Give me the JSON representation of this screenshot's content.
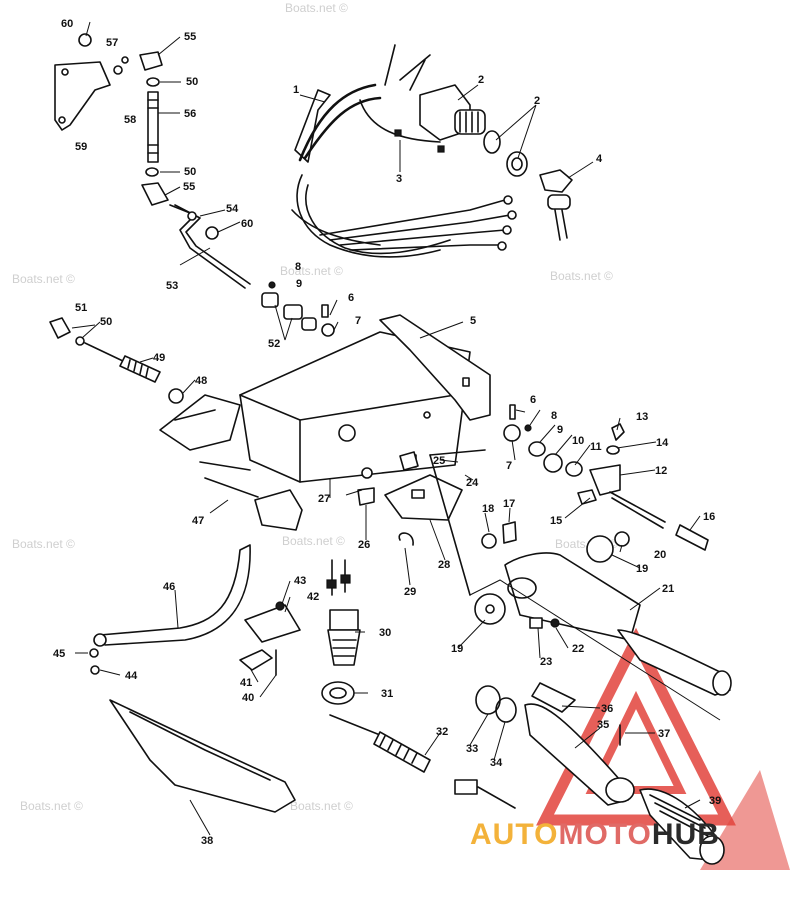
{
  "diagram": {
    "watermark_text": "Boats.net ©",
    "callouts": [
      "1",
      "2",
      "2",
      "3",
      "4",
      "5",
      "6",
      "6",
      "7",
      "7",
      "8",
      "8",
      "9",
      "9",
      "10",
      "11",
      "12",
      "13",
      "14",
      "15",
      "16",
      "17",
      "18",
      "19",
      "19",
      "20",
      "21",
      "22",
      "23",
      "24",
      "25",
      "26",
      "27",
      "28",
      "29",
      "30",
      "31",
      "32",
      "33",
      "34",
      "35",
      "36",
      "37",
      "38",
      "39",
      "40",
      "41",
      "42",
      "43",
      "44",
      "45",
      "46",
      "47",
      "48",
      "49",
      "50",
      "50",
      "50",
      "51",
      "52",
      "53",
      "54",
      "55",
      "55",
      "56",
      "57",
      "58",
      "59",
      "60",
      "60"
    ]
  },
  "brand": {
    "part1": "AUTO",
    "part2": "MOTO",
    "part3": "HUB",
    "colors": {
      "auto": "#f3b23a",
      "moto": "#e06a66",
      "hub": "#2a2a2a",
      "triangle": "#e2433c"
    }
  }
}
